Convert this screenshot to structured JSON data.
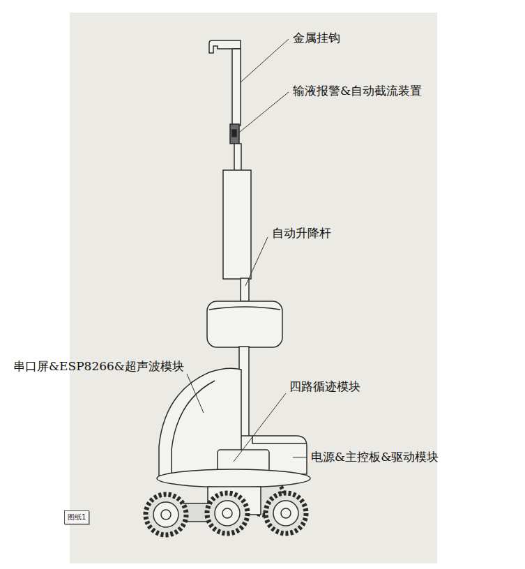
{
  "diagram": {
    "nodes": [
      {
        "text": [
          "图纸1"
        ]
      }
    ],
    "labels": [
      "金属挂钩",
      "输液报警&自动截流装置",
      "自动升降杆",
      "串口屏&ESP8266&超声波模块",
      "四路循迹模块",
      "电源&主控板&驱动模块"
    ]
  }
}
